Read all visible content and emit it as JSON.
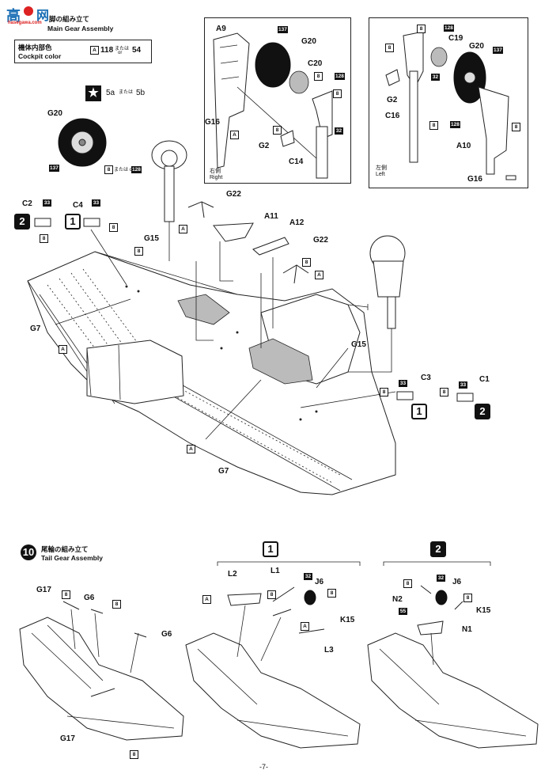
{
  "logo": {
    "glyph": "高",
    "glyph2": "网",
    "site": "hasegawa.com"
  },
  "step9": {
    "title_jp": "脚の組み立て",
    "title_en": "Main Gear Assembly",
    "color_jp": "機体内部色",
    "color_en": "Cockpit color",
    "color_code": "A",
    "color_paint": "118",
    "color_or": "または",
    "color_or_en": "or",
    "color_alt": "54"
  },
  "star_note": {
    "a_label": "5a",
    "or": "または",
    "b_label": "5b"
  },
  "wheel_left": {
    "label": "G20",
    "badge": "137",
    "sq": "8",
    "or": "または or",
    "alt": "128"
  },
  "inset_right": {
    "caption_jp": "右側",
    "caption_en": "Right",
    "labels": {
      "a9": "A9",
      "g20": "G20",
      "c20": "C20",
      "g16": "G16",
      "g2": "G2",
      "c14": "C14"
    },
    "badges": {
      "b1": "137",
      "b2": "128",
      "b3": "32"
    }
  },
  "inset_left": {
    "caption_jp": "左側",
    "caption_en": "Left",
    "labels": {
      "c19": "C19",
      "g20": "G20",
      "g2": "G2",
      "c16": "C16",
      "a10": "A10",
      "g16": "G16"
    },
    "badges": {
      "b1": "128",
      "b2": "137",
      "b3": "32",
      "b4": "128"
    }
  },
  "wing_labels": {
    "c2": "C2",
    "c4": "C4",
    "g22a": "G22",
    "a11": "A11",
    "a12": "A12",
    "g22b": "G22",
    "g15a": "G15",
    "g7a": "G7",
    "g15b": "G15",
    "c3": "C3",
    "c1": "C1",
    "g7b": "G7",
    "b33": "33",
    "sq8": "8",
    "sqA": "A",
    "opt1": "1",
    "opt2": "2"
  },
  "step10": {
    "number": "10",
    "title_jp": "尾輪の組み立て",
    "title_en": "Tail Gear Assembly"
  },
  "tail_labels": {
    "g17a": "G17",
    "g6a": "G6",
    "g6b": "G6",
    "g17b": "G17",
    "l2": "L2",
    "l1": "L1",
    "j6a": "J6",
    "k15a": "K15",
    "l3": "L3",
    "j6b": "J6",
    "n2": "N2",
    "k15b": "K15",
    "n1": "N1",
    "b32": "32",
    "b55": "55"
  },
  "footer": {
    "page": "-7-"
  }
}
